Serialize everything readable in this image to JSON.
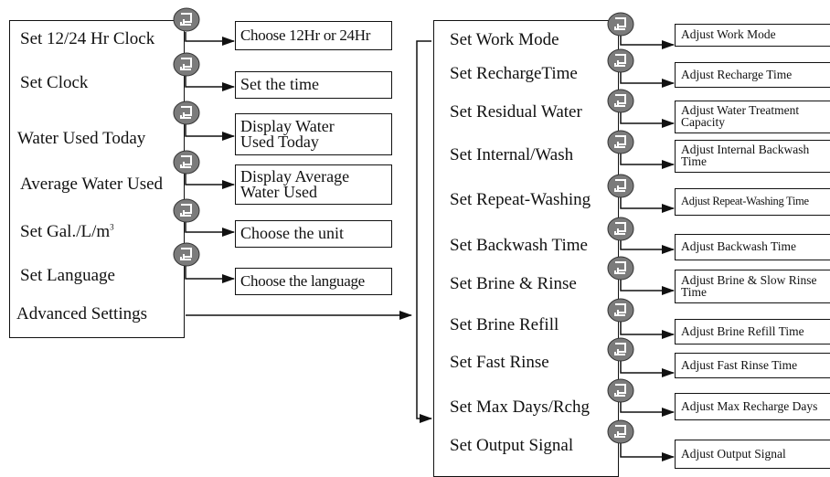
{
  "main_menu": {
    "items": [
      {
        "label": "Set 12/24 Hr Clock",
        "result": [
          "Choose 12Hr or 24Hr"
        ]
      },
      {
        "label": "Set Clock",
        "result": [
          "Set the time"
        ]
      },
      {
        "label": "Water Used Today",
        "result": [
          "Display Water",
          "Used Today"
        ]
      },
      {
        "label": "Average Water Used",
        "result": [
          "Display Average",
          "Water Used"
        ]
      },
      {
        "label": "Set Gal./L/m",
        "label_sup": "3",
        "result": [
          "Choose the unit"
        ]
      },
      {
        "label": "Set Language",
        "result": [
          "Choose the language"
        ]
      },
      {
        "label": "Advanced Settings"
      }
    ]
  },
  "advanced_menu": {
    "items": [
      {
        "label": "Set Work Mode",
        "result": [
          "Adjust Work Mode"
        ]
      },
      {
        "label": "Set RechargeTime",
        "result": [
          "Adjust Recharge Time"
        ]
      },
      {
        "label": "Set Residual Water",
        "result": [
          "Adjust Water Treatment",
          "Capacity"
        ]
      },
      {
        "label": "Set Internal/Wash",
        "result": [
          "Adjust Internal Backwash",
          "Time"
        ]
      },
      {
        "label": "Set Repeat-Washing",
        "result": [
          "Adjust Repeat-Washing Time"
        ]
      },
      {
        "label": "Set Backwash Time",
        "result": [
          "Adjust Backwash Time"
        ]
      },
      {
        "label": "Set Brine & Rinse",
        "result": [
          "Adjust Brine & Slow Rinse",
          "Time"
        ]
      },
      {
        "label": "Set Brine Refill",
        "result": [
          "Adjust Brine Refill Time"
        ]
      },
      {
        "label": "Set Fast Rinse",
        "result": [
          "Adjust Fast Rinse Time"
        ]
      },
      {
        "label": "Set Max Days/Rchg",
        "result": [
          "Adjust Max Recharge Days"
        ]
      },
      {
        "label": "Set Output Signal",
        "result": [
          "Adjust Output Signal"
        ]
      }
    ]
  },
  "button_icon": "menu-enter-button-icon",
  "colors": {
    "line": "#111111",
    "button_fill": "#7b7b7b",
    "button_symbol": "#ffffff",
    "background": "#ffffff"
  }
}
